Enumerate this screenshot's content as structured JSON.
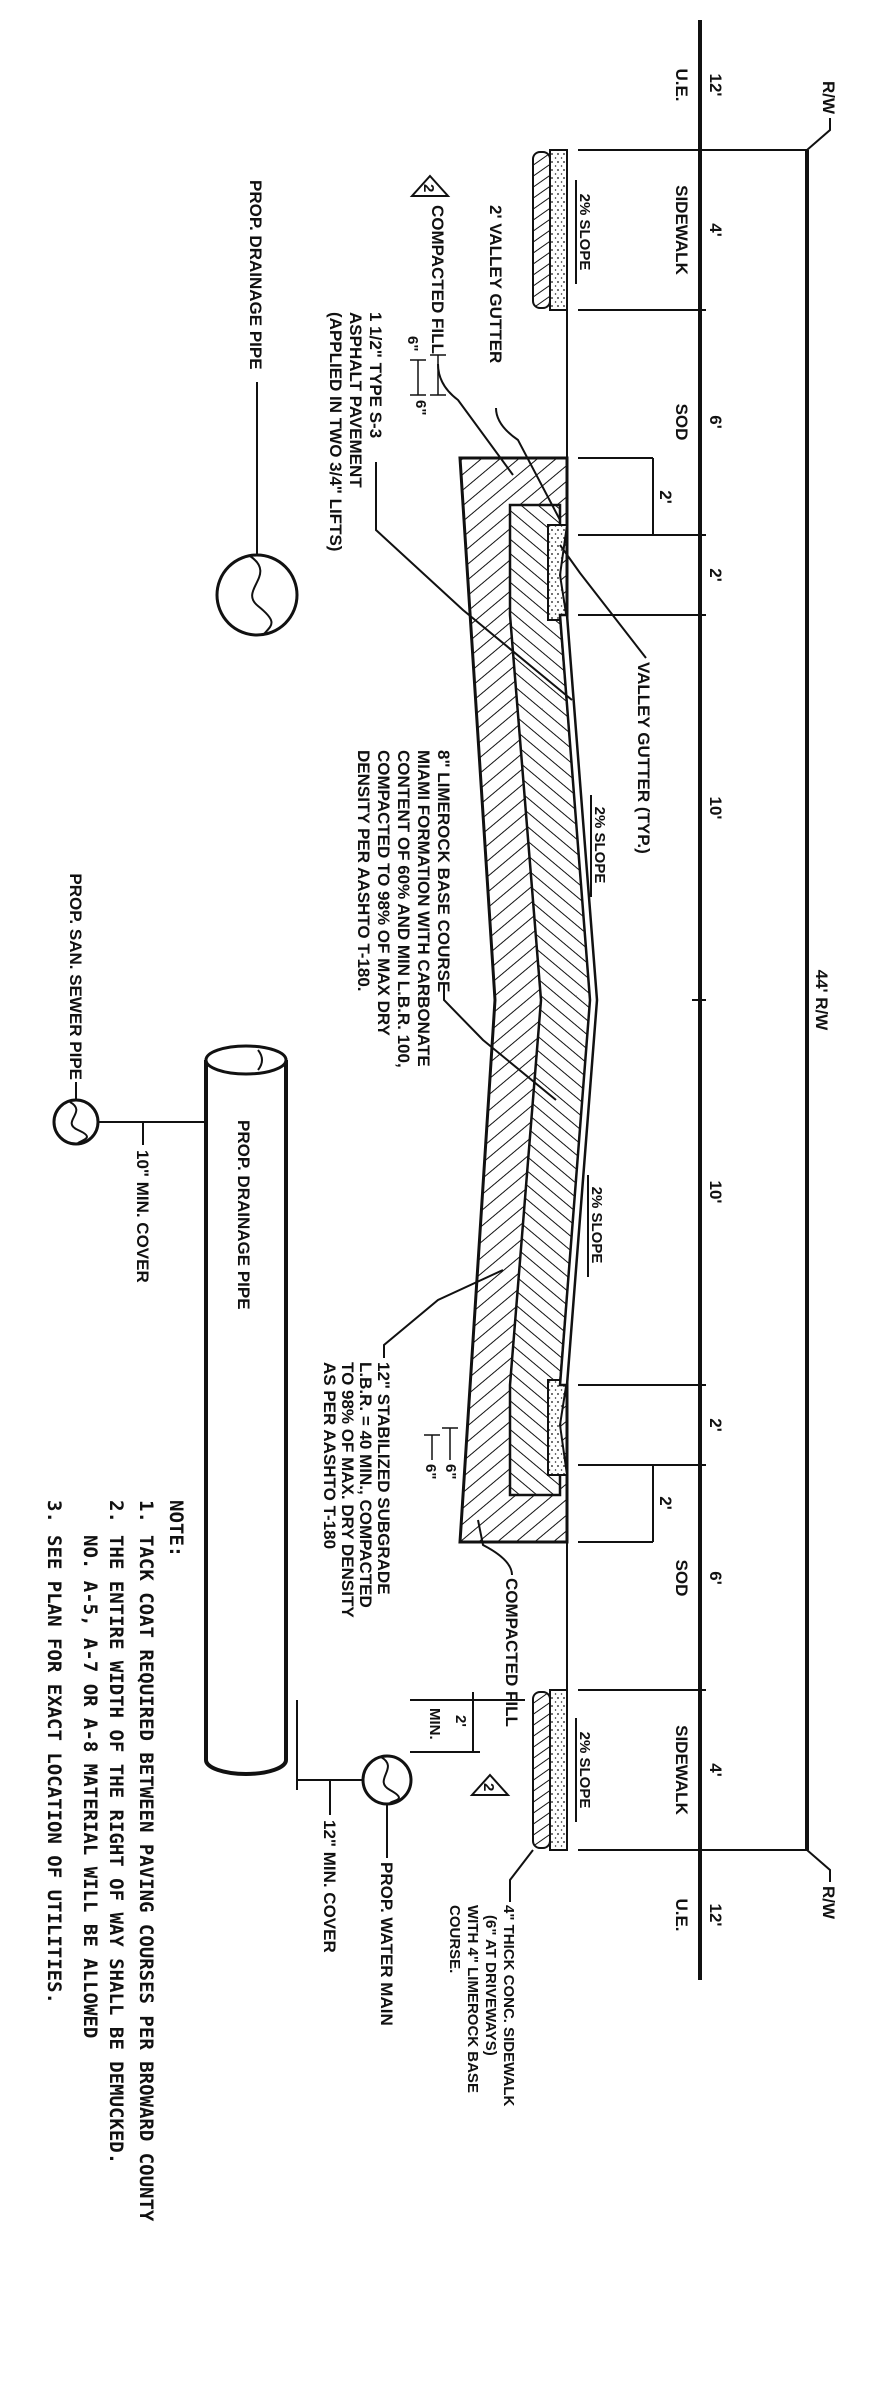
{
  "right_of_way": {
    "rw_label_top": "R/W",
    "rw_label_bottom": "R/W",
    "total_width": "44' R/W"
  },
  "dimensions": [
    {
      "value": "12'",
      "name": "U.E."
    },
    {
      "value": "4'",
      "name": "SIDEWALK"
    },
    {
      "value": "6'",
      "name": "SOD"
    },
    {
      "value": "2'",
      "name": ""
    },
    {
      "value": "10'",
      "name": ""
    },
    {
      "value": "10'",
      "name": ""
    },
    {
      "value": "2'",
      "name": ""
    },
    {
      "value": "6'",
      "name": "SOD"
    },
    {
      "value": "4'",
      "name": "SIDEWALK"
    },
    {
      "value": "12'",
      "name": "U.E."
    }
  ],
  "gutter_dims": {
    "left": "2'",
    "right": "2'"
  },
  "slopes": {
    "sidewalk_left": "2% SLOPE",
    "road_left": "2% SLOPE",
    "road_right": "2% SLOPE",
    "sidewalk_right": "2% SLOPE"
  },
  "callouts": {
    "valley_gutter_2ft": "2' VALLEY GUTTER",
    "compacted_fill_left": "COMPACTED FILL",
    "compacted_fill_right": "COMPACTED FILL",
    "note_marker": "2",
    "valley_gutter_typ": "VALLEY GUTTER (TYP.)",
    "asphalt": [
      "1 1/2\" TYPE S-3",
      "ASPHALT PAVEMENT",
      "(APPLIED IN TWO 3/4\" LIFTS)"
    ],
    "thickness_6a": "6\"",
    "thickness_6b": "6\"",
    "thickness_6c": "6\"",
    "thickness_6d": "6\"",
    "limerock_base": [
      "8\" LIMEROCK BASE COURSE",
      "MIAMI FORMATION WITH CARBONATE",
      "CONTENT OF 60% AND MIN L.B.R. 100,",
      "COMPACTED TO 98% OF MAX DRY",
      "DENSITY PER AASHTO T-180."
    ],
    "subgrade": [
      "12\" STABILIZED SUBGRADE",
      "L.B.R. = 40 MIN., COMPACTED",
      "TO 98% OF MAX. DRY DENSITY",
      "AS PER AASHTO T-180"
    ],
    "sidewalk_spec": [
      "4\" THICK CONC. SIDEWALK",
      "(6\" AT DRIVEWAYS)",
      "WITH 4\" LIMEROCK BASE",
      "COURSE."
    ],
    "min_2ft": "2'",
    "min_label": "MIN."
  },
  "utilities": {
    "drainage_pipe_circle": "PROP. DRAINAGE PIPE",
    "drainage_pipe_long": "PROP. DRAINAGE PIPE",
    "san_sewer": "PROP. SAN. SEWER PIPE",
    "sewer_cover": "10\" MIN. COVER",
    "water_main": "PROP. WATER MAIN",
    "water_cover": "12\" MIN. COVER"
  },
  "notes": {
    "heading": "NOTE:",
    "items": [
      {
        "num": "1.",
        "lines": [
          "TACK COAT REQUIRED BETWEEN PAVING COURSES PER BROWARD COUNTY"
        ]
      },
      {
        "num": "2.",
        "lines": [
          "THE ENTIRE WIDTH OF THE RIGHT OF WAY SHALL BE DEMUCKED.",
          "NO. A-5, A-7 OR A-8 MATERIAL WILL BE ALLOWED"
        ]
      },
      {
        "num": "3.",
        "lines": [
          "SEE PLAN FOR EXACT LOCATION OF UTILITIES."
        ]
      }
    ]
  },
  "colors": {
    "ink": "#111111",
    "paper": "#ffffff"
  }
}
